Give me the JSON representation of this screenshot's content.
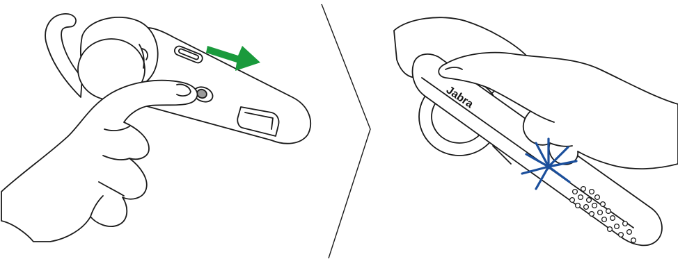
{
  "steps": [
    {
      "id": "slide-switch-on",
      "arrow_color": "#1a9a3c"
    },
    {
      "id": "led-flash",
      "brand_label": "Jabra",
      "led_flash_color": "#1b4f9c"
    }
  ],
  "colors": {
    "outline": "#1a1a1a",
    "fill": "#ffffff",
    "grill_hole": "#ffffff"
  }
}
